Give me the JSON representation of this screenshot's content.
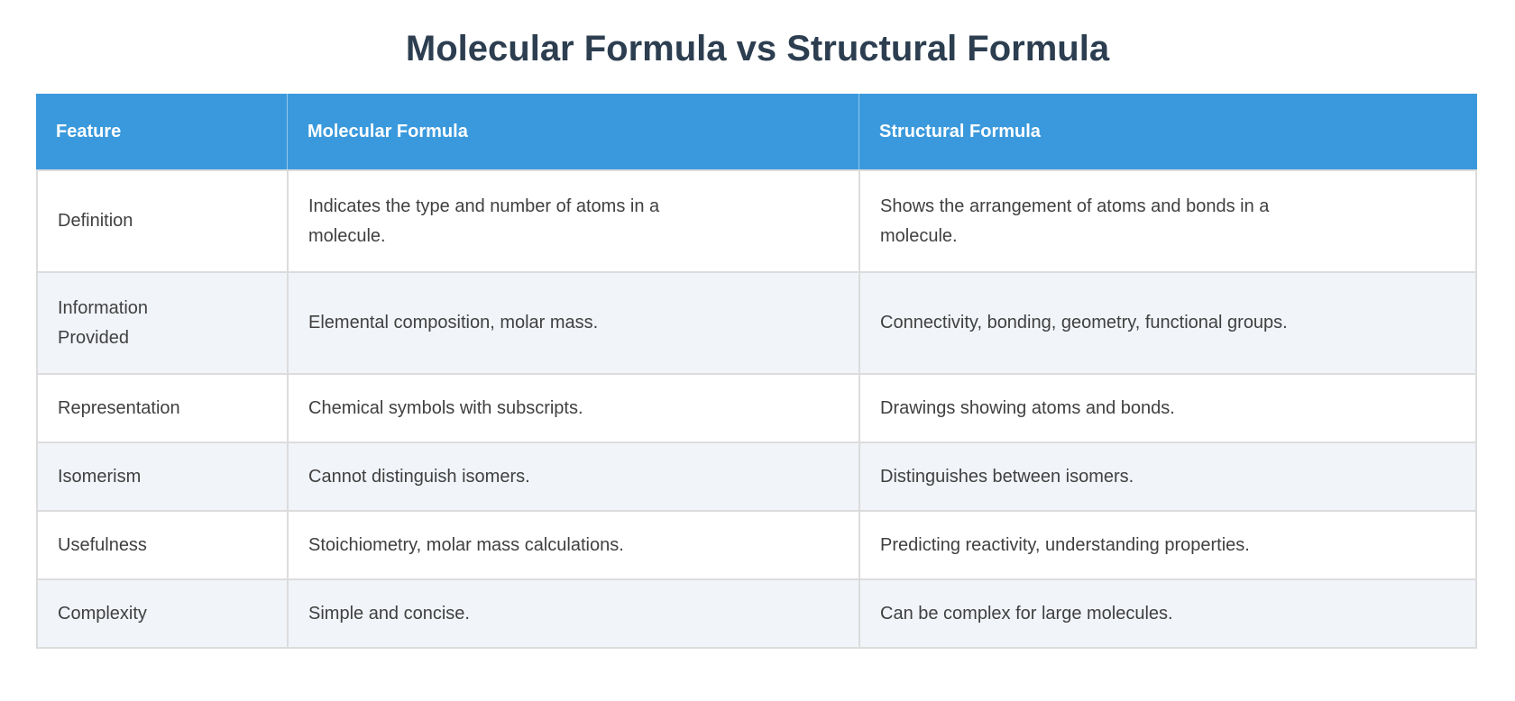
{
  "page": {
    "title": "Molecular Formula vs Structural Formula"
  },
  "colors": {
    "header_bg": "#3a99dc",
    "header_text": "#ffffff",
    "header_divider": "rgba(255,255,255,0.45)",
    "row_bg": "#ffffff",
    "row_alt_bg": "#f1f4f9",
    "border": "#dcdcdc",
    "title_text": "#2c3e50",
    "body_text": "#404040"
  },
  "table": {
    "columns": [
      "Feature",
      "Molecular Formula",
      "Structural Formula"
    ],
    "rows": [
      {
        "feature": "Definition",
        "molecular": "Indicates the type and number of atoms in a molecule.",
        "structural": "Shows the arrangement of atoms and bonds in a molecule."
      },
      {
        "feature": "Information Provided",
        "molecular": "Elemental composition, molar mass.",
        "structural": "Connectivity, bonding, geometry, functional groups."
      },
      {
        "feature": "Representation",
        "molecular": "Chemical symbols with subscripts.",
        "structural": "Drawings showing atoms and bonds."
      },
      {
        "feature": "Isomerism",
        "molecular": "Cannot distinguish isomers.",
        "structural": "Distinguishes between isomers."
      },
      {
        "feature": "Usefulness",
        "molecular": "Stoichiometry, molar mass calculations.",
        "structural": "Predicting reactivity, understanding properties."
      },
      {
        "feature": "Complexity",
        "molecular": "Simple and concise.",
        "structural": "Can be complex for large molecules."
      }
    ]
  }
}
